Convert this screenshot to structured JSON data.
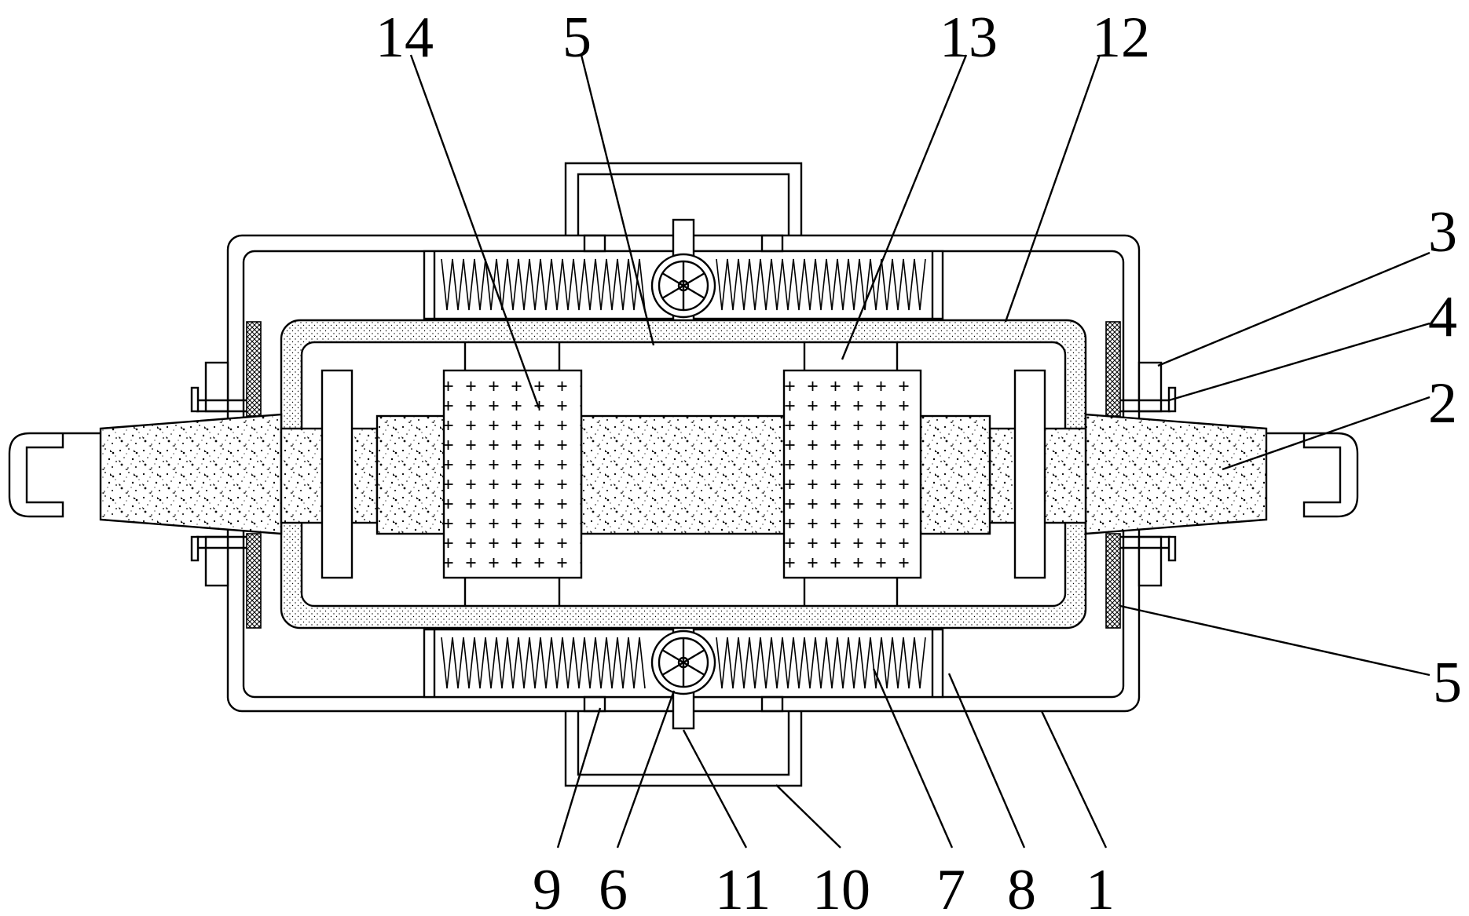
{
  "figure": {
    "labels": [
      {
        "id": "label-14",
        "text": "14"
      },
      {
        "id": "label-5-top",
        "text": "5"
      },
      {
        "id": "label-13",
        "text": "13"
      },
      {
        "id": "label-12",
        "text": "12"
      },
      {
        "id": "label-3",
        "text": "3"
      },
      {
        "id": "label-4",
        "text": "4"
      },
      {
        "id": "label-2",
        "text": "2"
      },
      {
        "id": "label-5-right",
        "text": "5"
      },
      {
        "id": "label-9",
        "text": "9"
      },
      {
        "id": "label-6",
        "text": "6"
      },
      {
        "id": "label-11",
        "text": "11"
      },
      {
        "id": "label-10",
        "text": "10"
      },
      {
        "id": "label-7",
        "text": "7"
      },
      {
        "id": "label-8",
        "text": "8"
      },
      {
        "id": "label-1",
        "text": "1"
      }
    ]
  }
}
